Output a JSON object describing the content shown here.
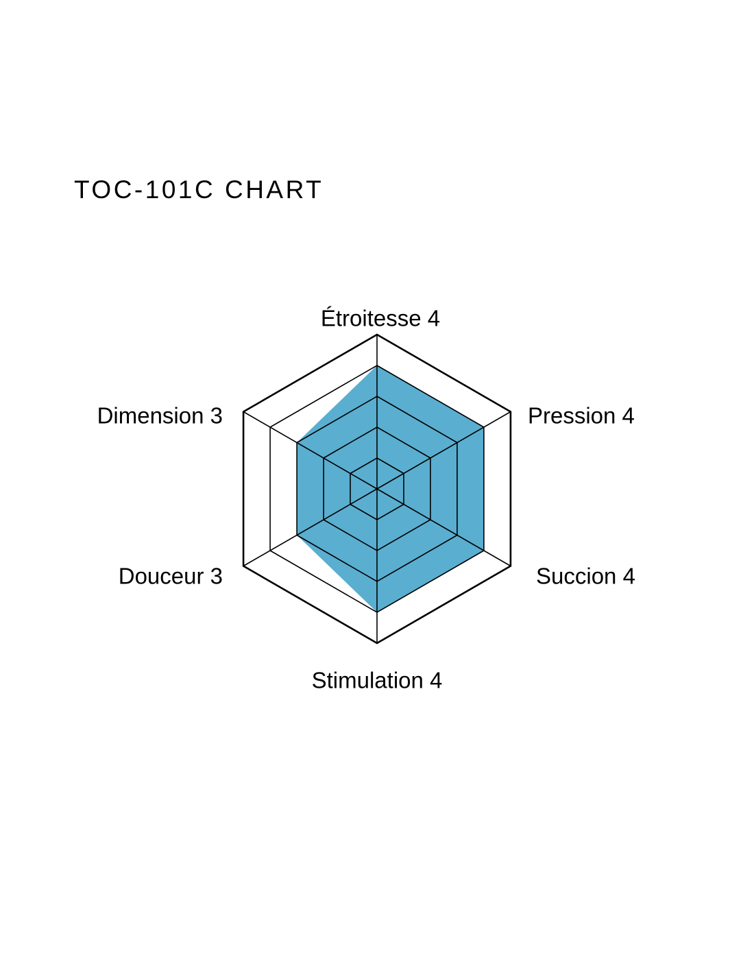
{
  "chart_data": {
    "type": "radar",
    "title": "TOC-101C CHART",
    "categories": [
      "Étroitesse",
      "Pression",
      "Succion",
      "Stimulation",
      "Douceur",
      "Dimension"
    ],
    "series": [
      {
        "values": [
          4,
          4,
          4,
          4,
          3,
          3
        ]
      }
    ],
    "labels": [
      "Étroitesse 4",
      "Pression 4",
      "Succion 4",
      "Stimulation 4",
      "Douceur 3",
      "Dimension 3"
    ],
    "rlim": [
      0,
      5
    ],
    "grid_levels": [
      1,
      2,
      3,
      4,
      5
    ],
    "fill_color": "#5aaed0",
    "grid_color": "#000000",
    "legend": "none"
  }
}
